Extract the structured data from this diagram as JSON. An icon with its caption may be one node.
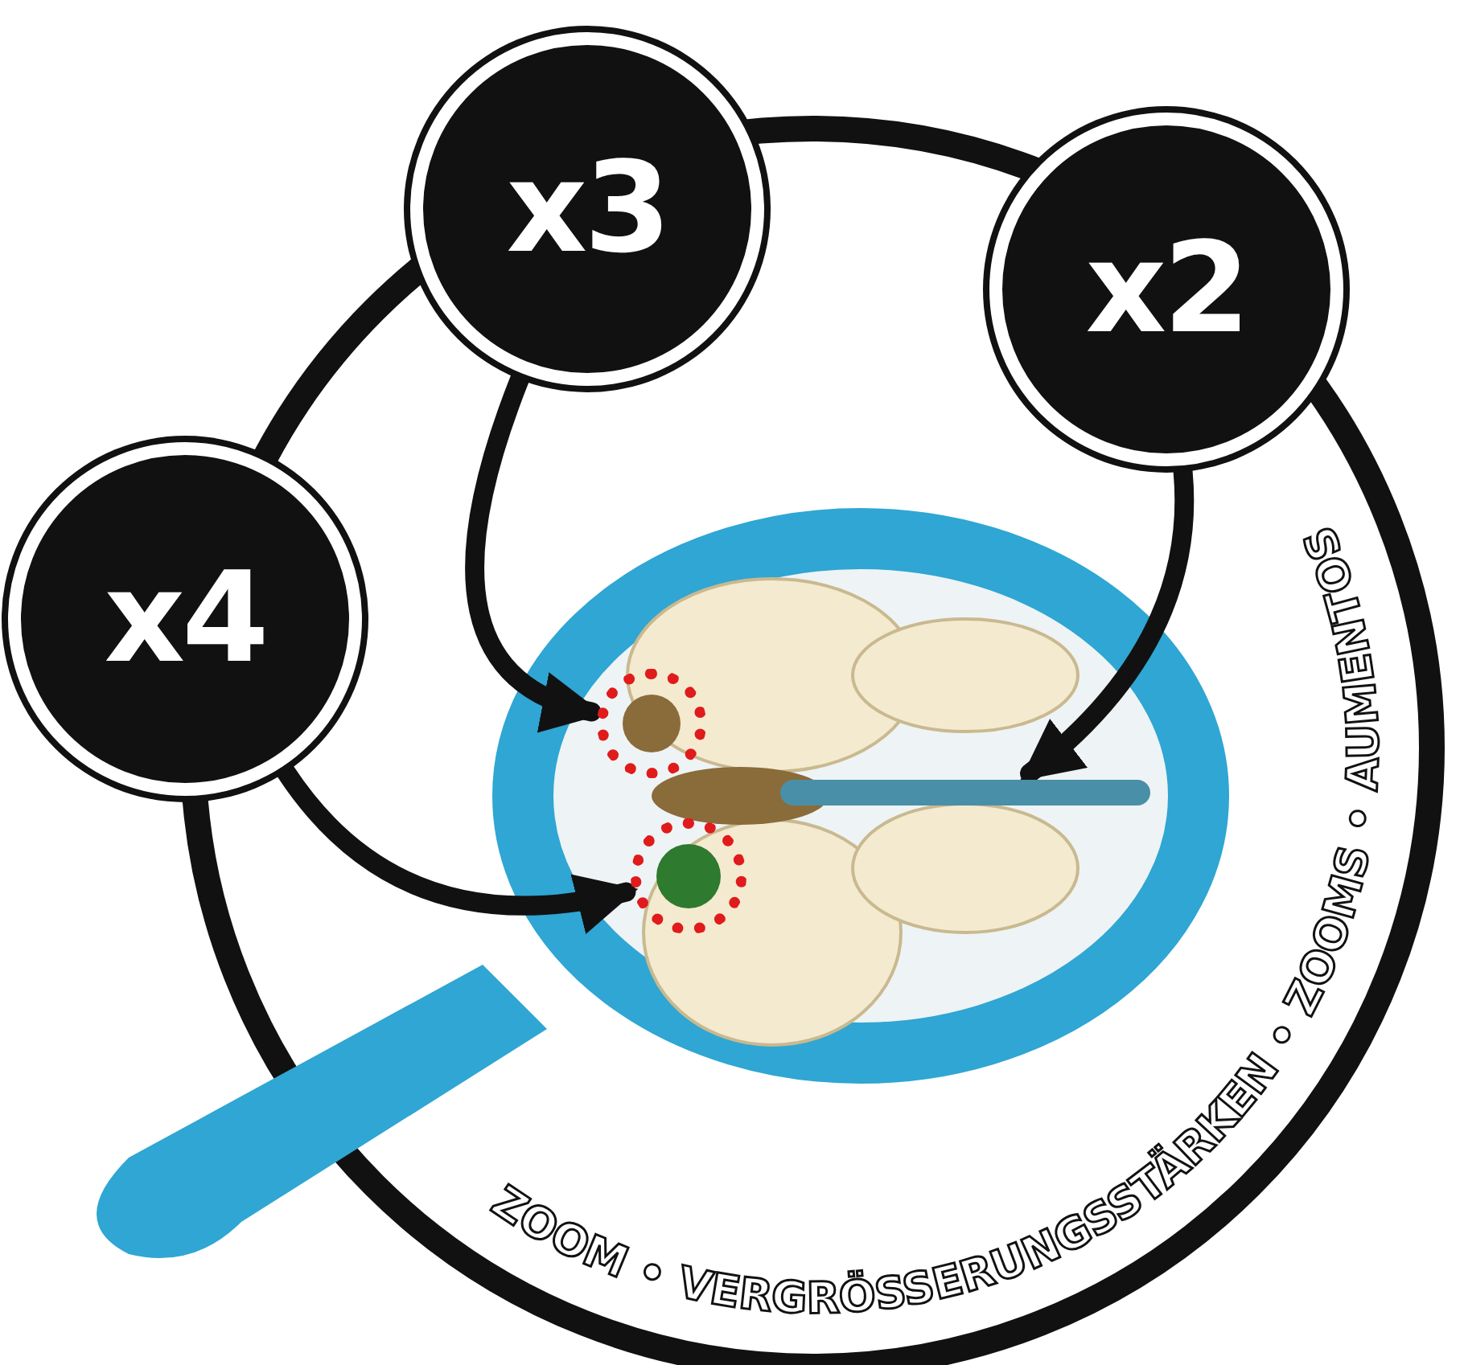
{
  "diagram": {
    "nodes": [
      {
        "text": [
          "x3"
        ]
      },
      {
        "text": [
          "x2"
        ]
      },
      {
        "text": [
          "x4"
        ]
      },
      {
        "text": [],
        "shape": "circle"
      },
      {
        "text": [],
        "shape": "circle"
      },
      {
        "text": [],
        "shape": "bar"
      }
    ],
    "edges": [
      {
        "from": 0,
        "to": 3,
        "arrow": "to"
      },
      {
        "from": 1,
        "to": 5,
        "arrow": "to"
      },
      {
        "from": 2,
        "to": 4,
        "arrow": "to"
      }
    ],
    "labels": [
      "ZOOM • VERGRÖSSERUNGSSTÄRKEN • ZOOMS • AUMENTOS"
    ]
  }
}
